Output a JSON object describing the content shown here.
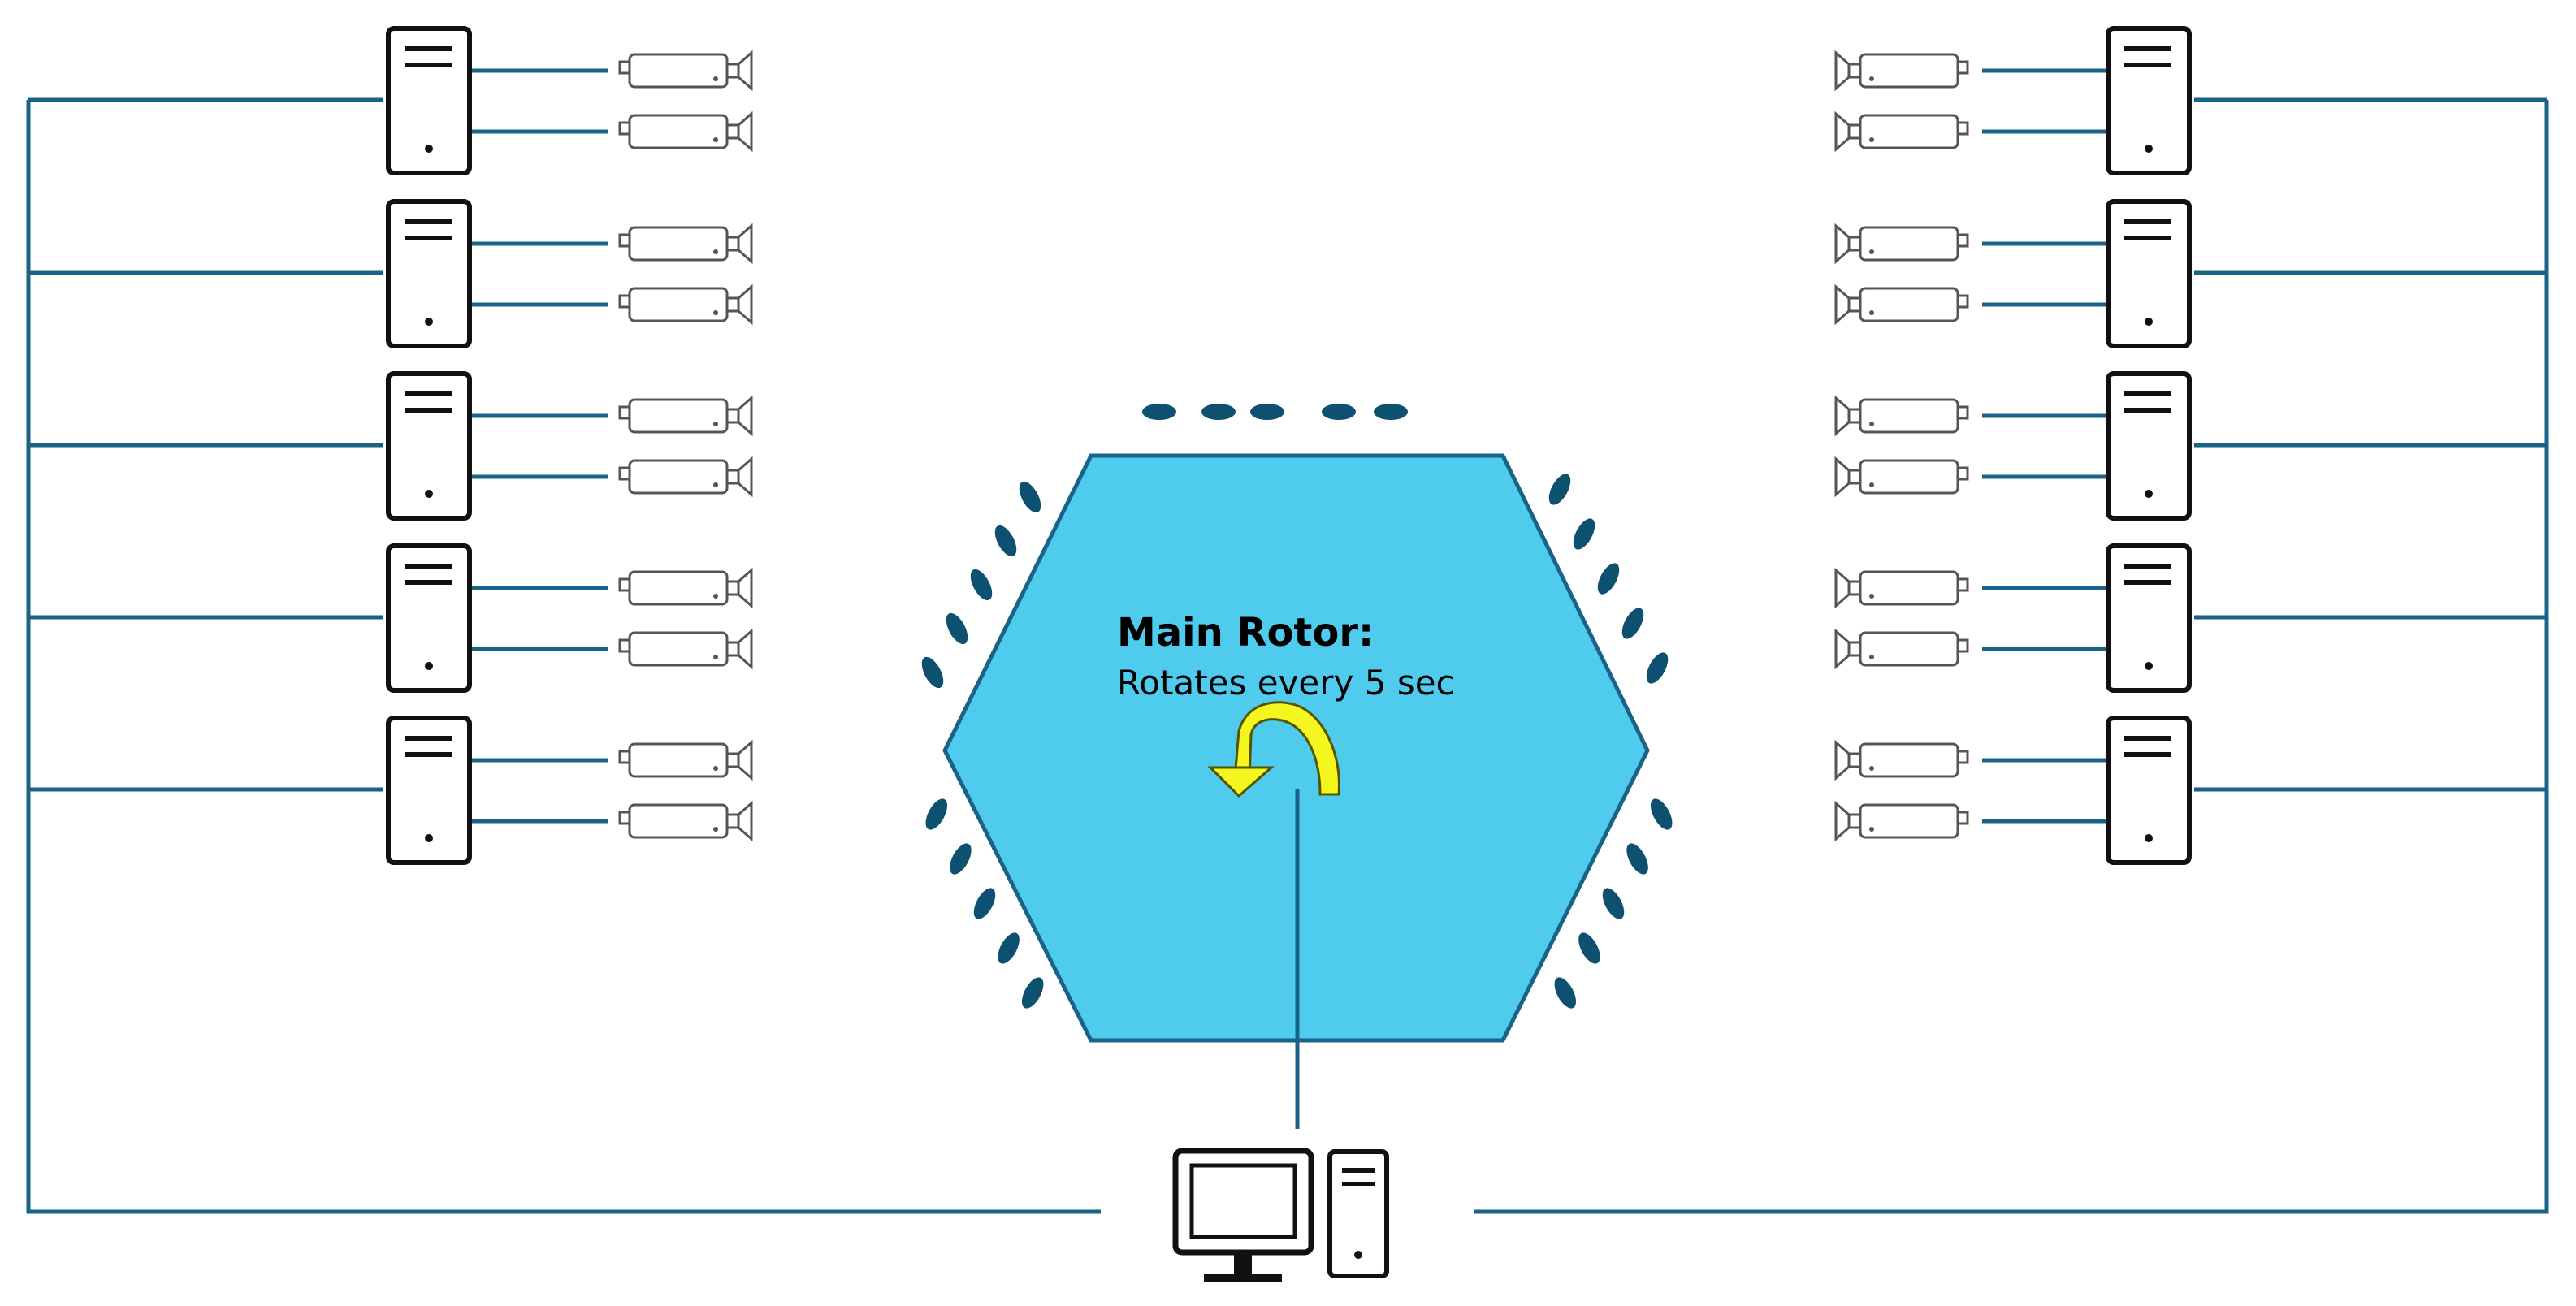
{
  "colors": {
    "line": "#1a6388",
    "rotor_fill": "#4ecbed",
    "rotor_stroke": "#1a6388",
    "marker": "#0e5070",
    "rotation_arrow": "#f5f520",
    "device_stroke": "#111111",
    "camera_stroke": "#555555"
  },
  "rotor": {
    "title": "Main Rotor:",
    "subtitle": "Rotates every 5 sec",
    "rotation_icon": "counterclockwise-rotation-arrow-icon"
  },
  "groups": {
    "left": {
      "server_count": 5,
      "cameras_per_server": 2,
      "server_icon": "server-tower-icon",
      "camera_icon": "video-camera-icon"
    },
    "right": {
      "server_count": 5,
      "cameras_per_server": 2,
      "server_icon": "server-tower-icon",
      "camera_icon": "video-camera-icon"
    }
  },
  "controller": {
    "icons": [
      "monitor-icon",
      "pc-tower-icon"
    ]
  }
}
